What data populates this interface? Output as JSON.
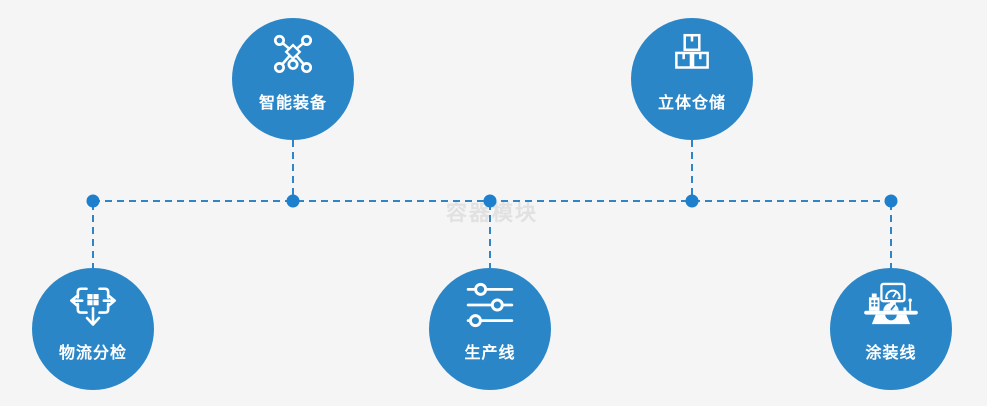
{
  "diagram": {
    "watermark": "容器模块",
    "nodes": [
      {
        "id": "smart-equipment",
        "label": "智能装备",
        "icon": "network-nodes-icon",
        "row": "top"
      },
      {
        "id": "stereo-warehouse",
        "label": "立体仓储",
        "icon": "stacked-boxes-icon",
        "row": "top"
      },
      {
        "id": "logistics-sorting",
        "label": "物流分检",
        "icon": "sorting-arrows-icon",
        "row": "bottom"
      },
      {
        "id": "production-line",
        "label": "生产线",
        "icon": "sliders-icon",
        "row": "bottom"
      },
      {
        "id": "coating-line",
        "label": "涂装线",
        "icon": "control-console-icon",
        "row": "bottom"
      }
    ],
    "colors": {
      "background": "#f5f5f5",
      "node_fill": "#2b86c8",
      "connector_line": "#2e86c9",
      "connector_dot": "#1e7fcd",
      "label_text": "#ffffff",
      "watermark_text": "#e1e1e1"
    }
  }
}
